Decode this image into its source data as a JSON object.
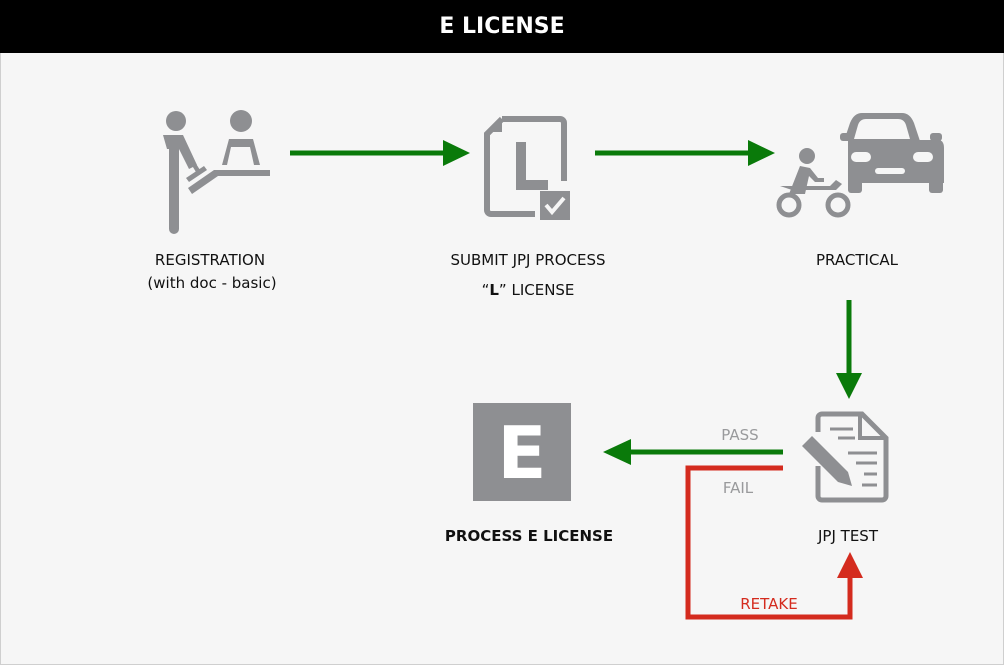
{
  "title": "E LICENSE",
  "colors": {
    "icon": "#8e8f92",
    "flow": "#0a7a0a",
    "retake": "#d42b1e",
    "background": "#f6f6f6"
  },
  "steps": [
    {
      "icon": "registration-people-icon",
      "line1": "REGISTRATION",
      "line2": "(with doc - basic)"
    },
    {
      "icon": "l-license-document-icon",
      "line1": "SUBMIT JPJ PROCESS",
      "line2_quote_open": "“",
      "line2_bold": "L",
      "line2_rest": "” LICENSE"
    },
    {
      "icon": "car-motorcycle-icon",
      "line1": "PRACTICAL"
    },
    {
      "icon": "test-document-pencil-icon",
      "line1": "JPJ TEST"
    },
    {
      "icon": "e-license-icon",
      "icon_letter": "E",
      "line1": "PROCESS E LICENSE"
    }
  ],
  "edges": {
    "pass": "PASS",
    "fail": "FAIL",
    "retake": "RETAKE"
  }
}
